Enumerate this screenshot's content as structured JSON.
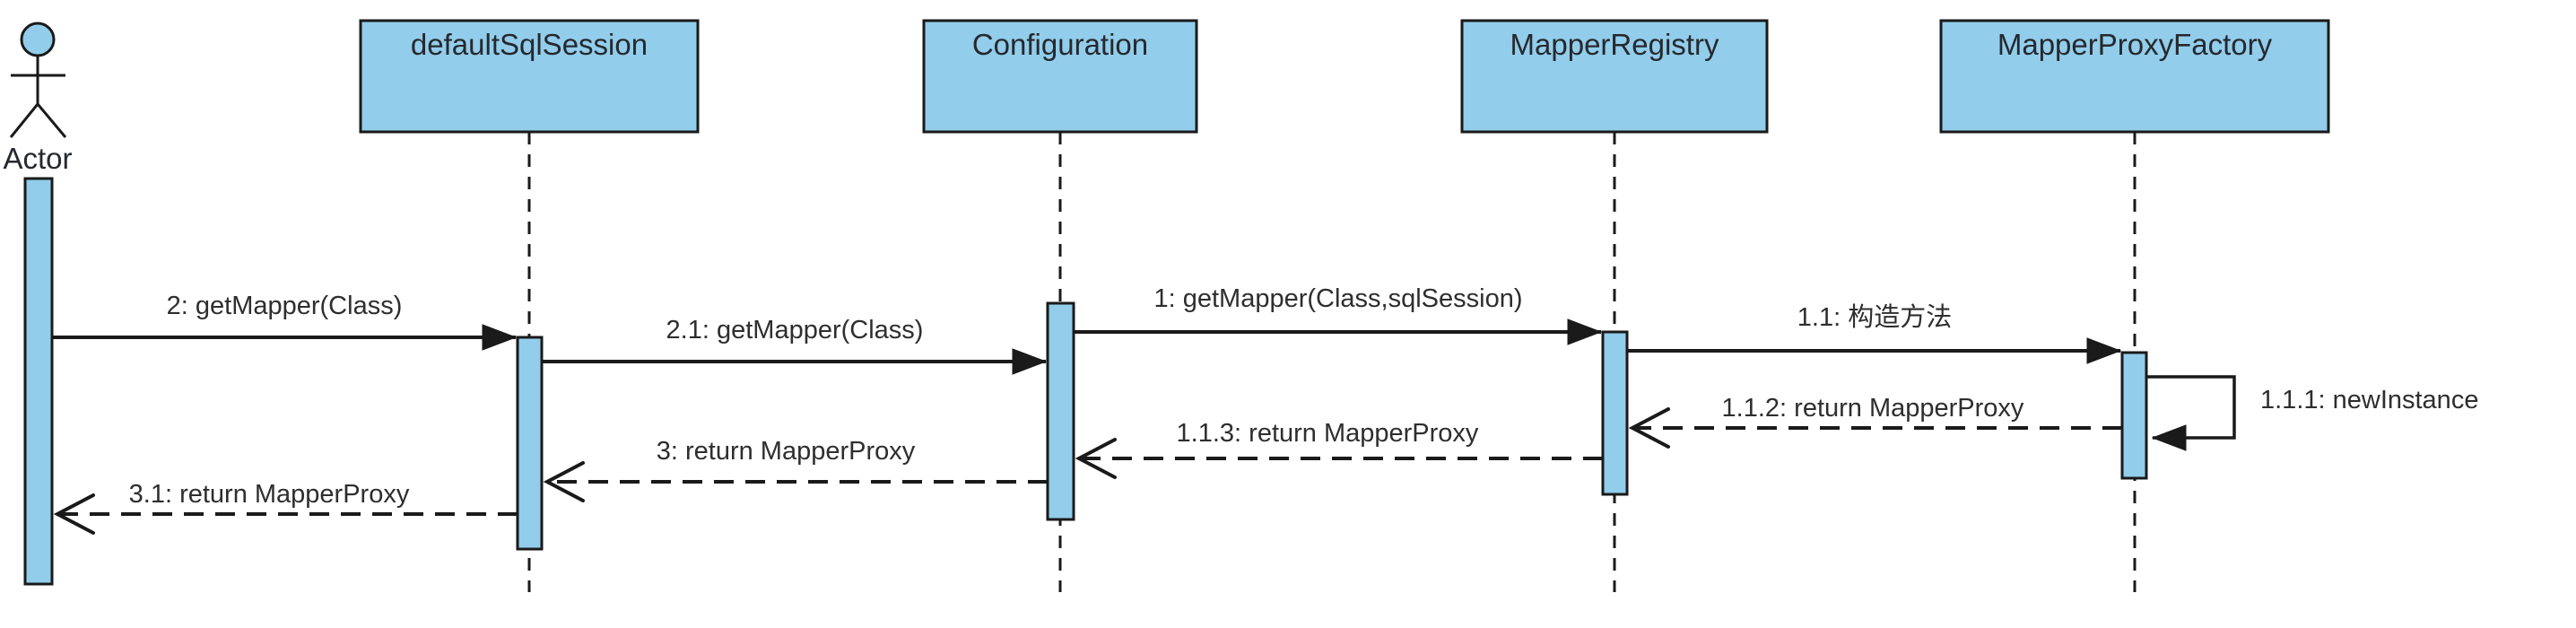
{
  "diagram": {
    "type": "uml-sequence-diagram",
    "colors": {
      "participant_fill": "#92CDEB",
      "line": "#1A1A1A",
      "text": "#2B2B2B",
      "background": "#FFFFFF"
    },
    "participants": [
      {
        "label": "Actor",
        "kind": "actor"
      },
      {
        "label": "defaultSqlSession",
        "kind": "object"
      },
      {
        "label": "Configuration",
        "kind": "object"
      },
      {
        "label": "MapperRegistry",
        "kind": "object"
      },
      {
        "label": "MapperProxyFactory",
        "kind": "object"
      }
    ],
    "messages": [
      {
        "seq": "2",
        "label": "2: getMapper(Class)",
        "from": "Actor",
        "to": "defaultSqlSession",
        "style": "solid-call"
      },
      {
        "seq": "2.1",
        "label": "2.1: getMapper(Class)",
        "from": "defaultSqlSession",
        "to": "Configuration",
        "style": "solid-call"
      },
      {
        "seq": "1",
        "label": "1: getMapper(Class,sqlSession)",
        "from": "Configuration",
        "to": "MapperRegistry",
        "style": "solid-call"
      },
      {
        "seq": "1.1",
        "label": "1.1: 构造方法",
        "from": "MapperRegistry",
        "to": "MapperProxyFactory",
        "style": "solid-call"
      },
      {
        "seq": "1.1.1",
        "label": "1.1.1: newInstance",
        "from": "MapperProxyFactory",
        "to": "MapperProxyFactory",
        "style": "self-call"
      },
      {
        "seq": "1.1.2",
        "label": "1.1.2: return MapperProxy",
        "from": "MapperProxyFactory",
        "to": "MapperRegistry",
        "style": "dashed-return"
      },
      {
        "seq": "1.1.3",
        "label": "1.1.3: return MapperProxy",
        "from": "MapperRegistry",
        "to": "Configuration",
        "style": "dashed-return"
      },
      {
        "seq": "3",
        "label": "3: return MapperProxy",
        "from": "Configuration",
        "to": "defaultSqlSession",
        "style": "dashed-return"
      },
      {
        "seq": "3.1",
        "label": "3.1: return MapperProxy",
        "from": "defaultSqlSession",
        "to": "Actor",
        "style": "dashed-return"
      }
    ]
  }
}
